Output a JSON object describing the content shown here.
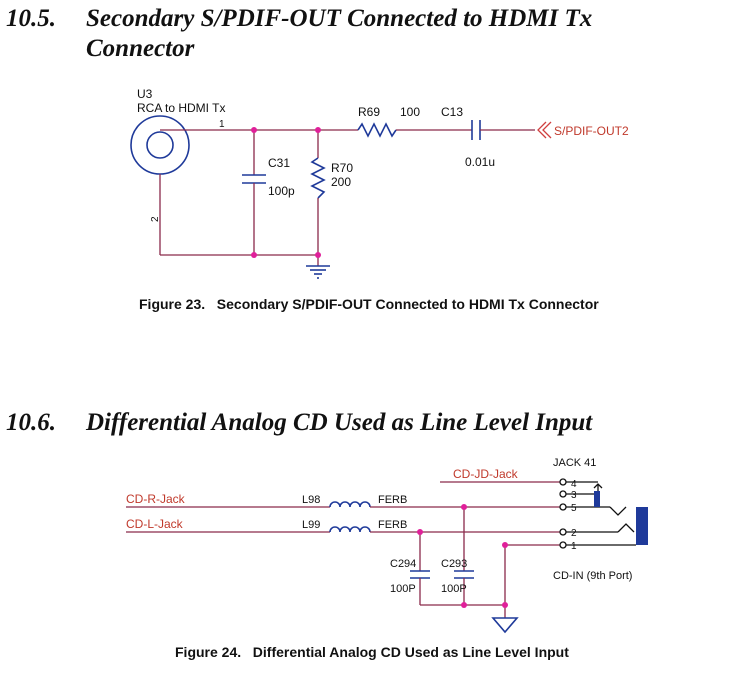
{
  "section_1": {
    "number": "10.5.",
    "title_line1": "Secondary S/PDIF-OUT Connected to HDMI Tx",
    "title_line2": "Connector"
  },
  "figure_23": {
    "connector_ref": "U3",
    "connector_name": "RCA to HDMI Tx",
    "pin_1": "1",
    "pin_2": "2",
    "c31_ref": "C31",
    "c31_value": "100p",
    "r70_ref": "R70",
    "r70_value": "200",
    "r69_ref": "R69",
    "r69_value": "100",
    "c13_ref": "C13",
    "c13_value": "0.01u",
    "net_label": "S/PDIF-OUT2",
    "caption": "Figure 23.   Secondary S/PDIF-OUT Connected to HDMI Tx Connector"
  },
  "section_2": {
    "number": "10.6.",
    "title": "Differential Analog CD Used as Line Level Input"
  },
  "figure_24": {
    "net_r": "CD-R-Jack",
    "net_l": "CD-L-Jack",
    "net_jd": "CD-JD-Jack",
    "l98_ref": "L98",
    "l98_value": "FERB",
    "l99_ref": "L99",
    "l99_value": "FERB",
    "c294_ref": "C294",
    "c294_value": "100P",
    "c293_ref": "C293",
    "c293_value": "100P",
    "jack_ref": "JACK 41",
    "jack_pins": [
      "4",
      "3",
      "5",
      "2",
      "1"
    ],
    "jack_name": "CD-IN (9th Port)",
    "caption": "Figure 24.   Differential Analog CD Used as Line Level Input"
  },
  "colors": {
    "wire": "#8a2a4a",
    "component": "#1f3a9a",
    "junction": "#e0209a",
    "net_label": "#c0392b"
  }
}
